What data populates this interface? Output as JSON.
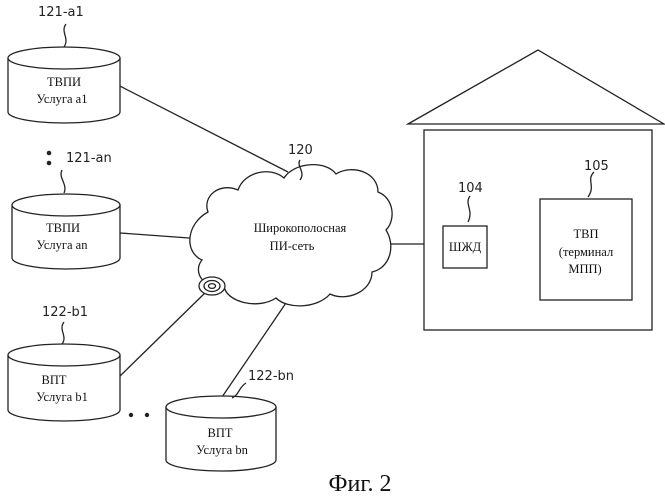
{
  "servers": [
    {
      "ref": "121-a1",
      "line1": "ТВПИ",
      "line2": "Услуга a1"
    },
    {
      "ref": "121-an",
      "line1": "ТВПИ",
      "line2": "Услуга an"
    },
    {
      "ref": "122-b1",
      "line1": "ВПТ",
      "line2": "Услуга b1"
    },
    {
      "ref": "122-bn",
      "line1": "ВПТ",
      "line2": "Услуга bn"
    }
  ],
  "network": {
    "ref": "120",
    "line1": "Широкополосная",
    "line2": "ПИ-сеть"
  },
  "home": {
    "gateway": {
      "ref": "104",
      "label": "ШЖД"
    },
    "terminal": {
      "ref": "105",
      "line1": "ТВП",
      "line2": "(терминал",
      "line3": "МПП)"
    }
  },
  "caption": "Фиг. 2"
}
